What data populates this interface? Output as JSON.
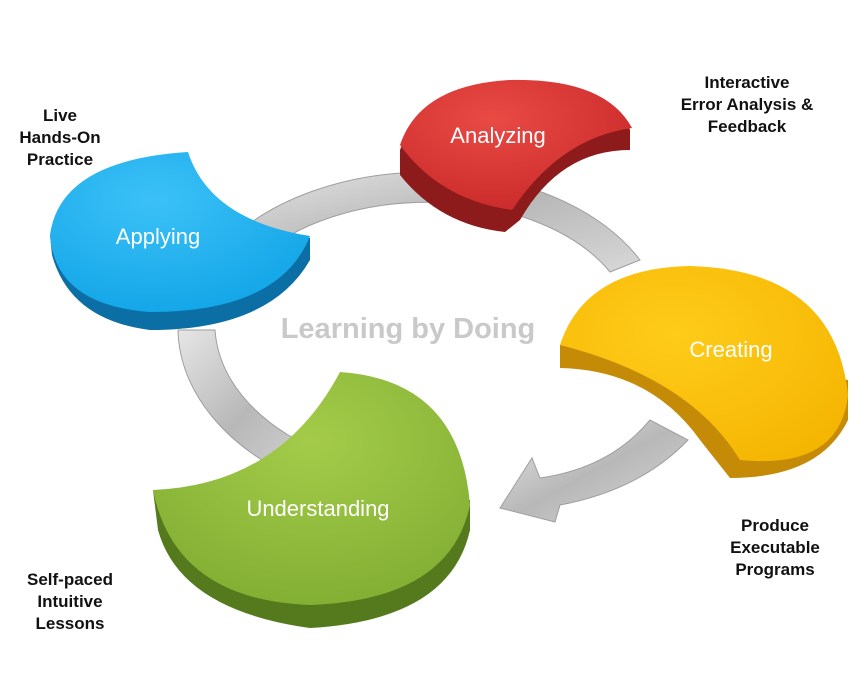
{
  "diagram": {
    "title": "Learning by Doing",
    "stages": [
      {
        "id": "analyzing",
        "label": "Analyzing",
        "color": "#d32f2f",
        "side": "#8e1b1b"
      },
      {
        "id": "creating",
        "label": "Creating",
        "color": "#fbbf0f",
        "side": "#c58a06"
      },
      {
        "id": "understanding",
        "label": "Understanding",
        "color": "#8dbb3c",
        "side": "#557a1e"
      },
      {
        "id": "applying",
        "label": "Applying",
        "color": "#1fb2ef",
        "side": "#0b6fa6"
      }
    ],
    "notes": [
      {
        "id": "analyzing",
        "lines": [
          "Interactive",
          "Error Analysis &",
          "Feedback"
        ]
      },
      {
        "id": "creating",
        "lines": [
          "Produce",
          "Executable",
          "Programs"
        ]
      },
      {
        "id": "understanding",
        "lines": [
          "Self-paced",
          "Intuitive",
          "Lessons"
        ]
      },
      {
        "id": "applying",
        "lines": [
          "Live",
          "Hands-On",
          "Practice"
        ]
      }
    ]
  }
}
